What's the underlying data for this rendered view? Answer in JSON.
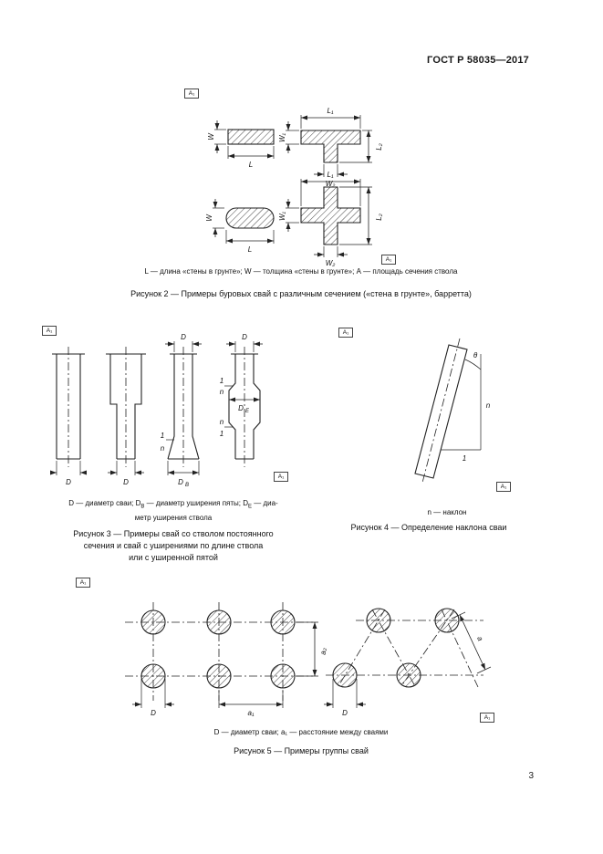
{
  "header": {
    "title": "ГОСТ Р 58035—2017"
  },
  "page_number": "3",
  "amendment": {
    "label": "А₁"
  },
  "fig2": {
    "dims": {
      "L": "L",
      "W": "W",
      "L1": "L₁",
      "W1": "W₁",
      "L2": "L₂",
      "W2": "W₂"
    },
    "legend": "L — длина «стены в грунте»; W — толщина «стены в грунте»; А — площадь сечения ствола",
    "caption": "Рисунок 2 — Примеры буровых свай с различным сечением («стена в грунте», барретта)"
  },
  "fig3": {
    "dims": {
      "D": "D",
      "D_main": "D",
      "sub_B": "B",
      "sub_E": "E",
      "one": "1",
      "n": "n"
    },
    "legend": {
      "p1": "D — диаметр сваи; D",
      "s1": "B",
      "p2": " — диаметр уширения пяты; D",
      "s2": "E",
      "p3": " — диа-",
      "line2": "метр уширения ствола"
    },
    "caption": {
      "line1": "Рисунок 3 — Примеры свай со стволом постоянного",
      "line2": "сечения и свай с уширениями по длине ствола",
      "line3": "или с уширенной пятой"
    }
  },
  "fig4": {
    "labels": {
      "theta": "θ",
      "n": "n",
      "one": "1"
    },
    "legend": "n — наклон",
    "caption": "Рисунок 4 — Определение наклона сваи"
  },
  "fig5": {
    "dims": {
      "D": "D",
      "a1": "a₁",
      "a2": "a₂",
      "a": "a"
    },
    "legend": "D — диаметр сваи; a₁ — расстояние между сваями",
    "caption": "Рисунок 5 — Примеры группы свай"
  }
}
